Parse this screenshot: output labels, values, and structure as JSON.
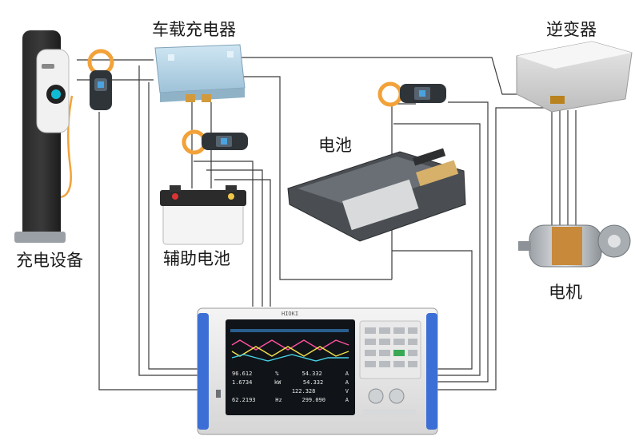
{
  "labels": {
    "onboard_charger": "车载充电器",
    "inverter": "逆变器",
    "battery": "电池",
    "charging_equipment": "充电设备",
    "aux_battery": "辅助电池",
    "motor": "电机"
  },
  "analyzer": {
    "brand": "HIOKI",
    "readings": [
      {
        "value": "96.612",
        "unit": "%",
        "value2": "54.332",
        "unit2": "A"
      },
      {
        "value": "1.6734",
        "unit": "kW",
        "value2": "54.332",
        "unit2": "A"
      },
      {
        "value": "",
        "unit": "",
        "value2": "122.328",
        "unit2": "V"
      },
      {
        "value": "62.2193",
        "unit": "Hz",
        "value2": "299.090",
        "unit2": "A"
      }
    ]
  },
  "colors": {
    "wire": "#3a3a3a",
    "clamp_orange": "#f2a23a",
    "analyzer_blue": "#3c6fd6",
    "screen_bg": "#101418"
  }
}
